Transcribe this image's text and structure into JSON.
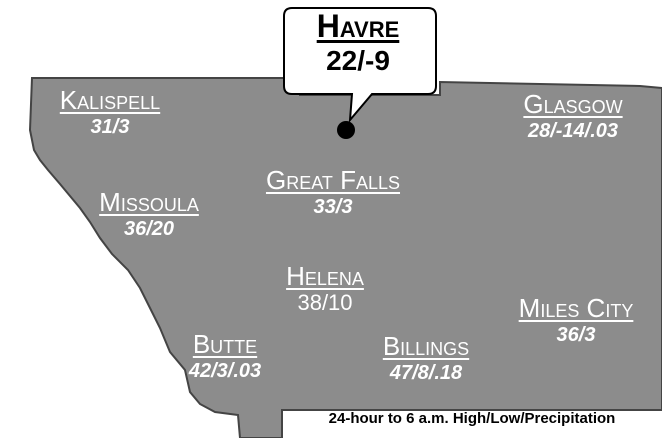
{
  "map": {
    "land_color": "#8c8c8c",
    "outline_color": "#444444",
    "callout_city": {
      "name": "Havre",
      "reading": "22/-9"
    },
    "cities": [
      {
        "id": "kalispell",
        "name": "Kalispell",
        "reading": "31/3"
      },
      {
        "id": "glasgow",
        "name": "Glasgow",
        "reading": "28/-14/.03"
      },
      {
        "id": "great-falls",
        "name": "Great Falls",
        "reading": "33/3"
      },
      {
        "id": "missoula",
        "name": "Missoula",
        "reading": "36/20"
      },
      {
        "id": "helena",
        "name": "Helena",
        "reading": "38/10"
      },
      {
        "id": "miles-city",
        "name": "Miles City",
        "reading": "36/3"
      },
      {
        "id": "butte",
        "name": "Butte",
        "reading": "42/3/.03"
      },
      {
        "id": "billings",
        "name": "Billings",
        "reading": "47/8/.18"
      }
    ],
    "caption": "24-hour to 6 a.m. High/Low/Precipitation"
  }
}
